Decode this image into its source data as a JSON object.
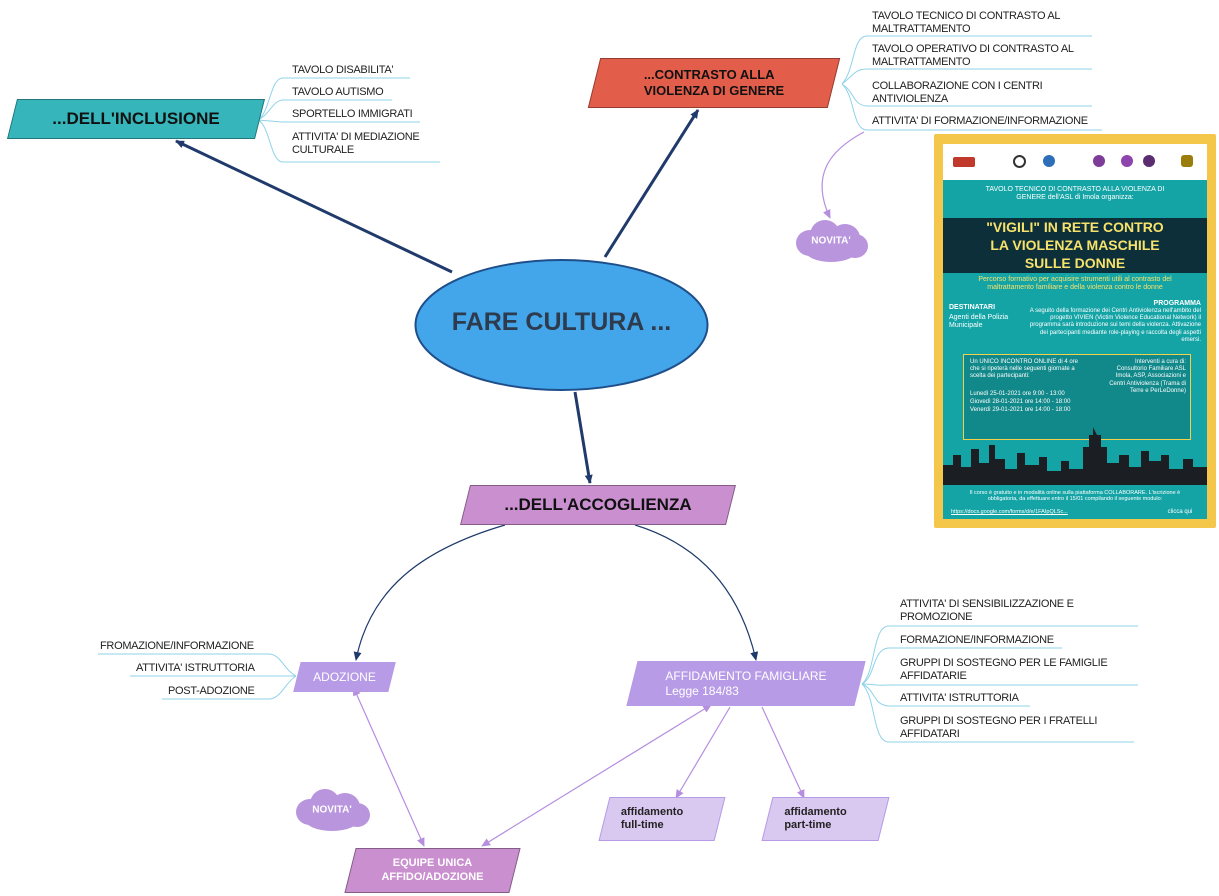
{
  "center": {
    "label": "FARE CULTURA ..."
  },
  "nodes": {
    "inclusione": {
      "label": "...DELL'INCLUSIONE",
      "color": "#36b5bb"
    },
    "contrasto": {
      "line1": "...CONTRASTO ALLA",
      "line2": "VIOLENZA DI GENERE",
      "color": "#e35d4b"
    },
    "accoglienza": {
      "label": "...DELL'ACCOGLIENZA",
      "color": "#c98fcf"
    },
    "adozione": {
      "label": "ADOZIONE",
      "color": "#b79be6"
    },
    "affidamento": {
      "line1": "AFFIDAMENTO FAMIGLIARE",
      "line2": "Legge 184/83",
      "color": "#b79be6"
    },
    "fulltime": {
      "line1": "affidamento",
      "line2": "full-time",
      "color": "#d9c8f0"
    },
    "parttime": {
      "line1": "affidamento",
      "line2": "part-time",
      "color": "#d9c8f0"
    },
    "equipe": {
      "line1": "EQUIPE UNICA",
      "line2": "AFFIDO/ADOZIONE",
      "color": "#c98fcf"
    }
  },
  "inclusione_items": [
    "TAVOLO DISABILITA'",
    "TAVOLO AUTISMO",
    "SPORTELLO IMMIGRATI",
    "ATTIVITA' DI MEDIAZIONE CULTURALE"
  ],
  "contrasto_items": [
    "TAVOLO TECNICO DI CONTRASTO AL MALTRATTAMENTO",
    "TAVOLO OPERATIVO DI CONTRASTO AL MALTRATTAMENTO",
    "COLLABORAZIONE CON I CENTRI ANTIVIOLENZA",
    "ATTIVITA' DI FORMAZIONE/INFORMAZIONE"
  ],
  "adozione_items": [
    "FROMAZIONE/INFORMAZIONE",
    "ATTIVITA' ISTRUTTORIA",
    "POST-ADOZIONE"
  ],
  "affidamento_items": [
    "ATTIVITA' DI SENSIBILIZZAZIONE E PROMOZIONE",
    "FORMAZIONE/INFORMAZIONE",
    "GRUPPI DI SOSTEGNO PER LE FAMIGLIE AFFIDATARIE",
    "ATTIVITA' ISTRUTTORIA",
    "GRUPPI DI SOSTEGNO PER I FRATELLI AFFIDATARI"
  ],
  "clouds": {
    "novita_top": "NOVITA'",
    "novita_bottom": "NOVITA'"
  },
  "poster": {
    "org": "TAVOLO TECNICO DI CONTRASTO ALLA VIOLENZA DI GENERE dell'ASL di Imola organizza:",
    "title1": "\"VIGILI\" IN RETE CONTRO",
    "title2": "LA VIOLENZA MASCHILE",
    "title3": "SULLE DONNE",
    "subtitle": "Percorso formativo per acquisire strumenti utili al contrasto del maltrattamento familiare e della violenza contro le donne",
    "dest_head": "DESTINATARI",
    "dest_body": "Agenti della Polizia Municipale",
    "prog_head": "PROGRAMMA",
    "prog_body": "A seguito della formazione dei Centri Antiviolenza nell'ambito del progetto VIVIEN (Victim Violence Educational Network) il programma sarà introduzione sui temi della violenza. Attivazione dei partecipanti mediante role-playing e raccolta degli aspetti emersi.",
    "incontro": "Un UNICO INCONTRO ONLINE di 4 ore che si ripeterà nelle seguenti giornate a scelta dei partecipanti:",
    "date1": "Lunedì 25-01-2021 ore 9:00 - 13:00",
    "date2": "Giovedì 28-01-2021 ore 14:00 - 18:00",
    "date3": "Venerdì 29-01-2021 ore 14:00 - 18:00",
    "interventi": "Interventi a cura di: Consultorio Familiare ASL Imola, ASP, Associazioni e Centri Antiviolenza (Trama di Terre e PerLeDonne)",
    "footer": "Il corso è gratuito e in modalità online sulla piattaforma COLLABORARE. L'iscrizione è obbligatoria, da effettuare entro il 15/01 compilando il seguente modulo:",
    "link": "https://docs.google.com/forms/d/e/1FAIpQLSc...",
    "clicca": "clicca qui"
  },
  "colors": {
    "arrow_dark": "#1f3a6b",
    "arrow_light": "#b58ee0",
    "leaf_line": "#8fd3e8",
    "center_fill": "#43a6ea"
  }
}
